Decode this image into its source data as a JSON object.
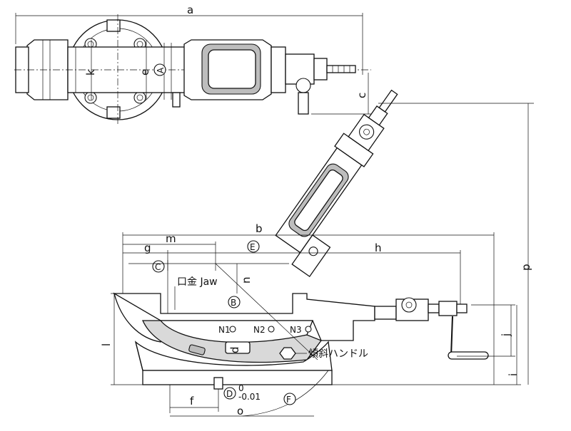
{
  "dimensions": {
    "a": "a",
    "b": "b",
    "c": "c",
    "e": "e",
    "f": "f",
    "g": "g",
    "h": "h",
    "i": "i",
    "j": "j",
    "k": "k",
    "l": "l",
    "m": "m",
    "n": "n",
    "o": "o",
    "p": "p",
    "d": "d"
  },
  "circled": {
    "A": "A",
    "B": "B",
    "C": "C",
    "D": "D",
    "E": "E",
    "F": "F"
  },
  "positions": [
    "N1",
    "N2",
    "N3"
  ],
  "labels": {
    "jaw": "口金 Jaw",
    "tilt_handle": "傾斜ハンドル",
    "tolerance_top": "0",
    "tolerance_bottom": "-0.01"
  }
}
